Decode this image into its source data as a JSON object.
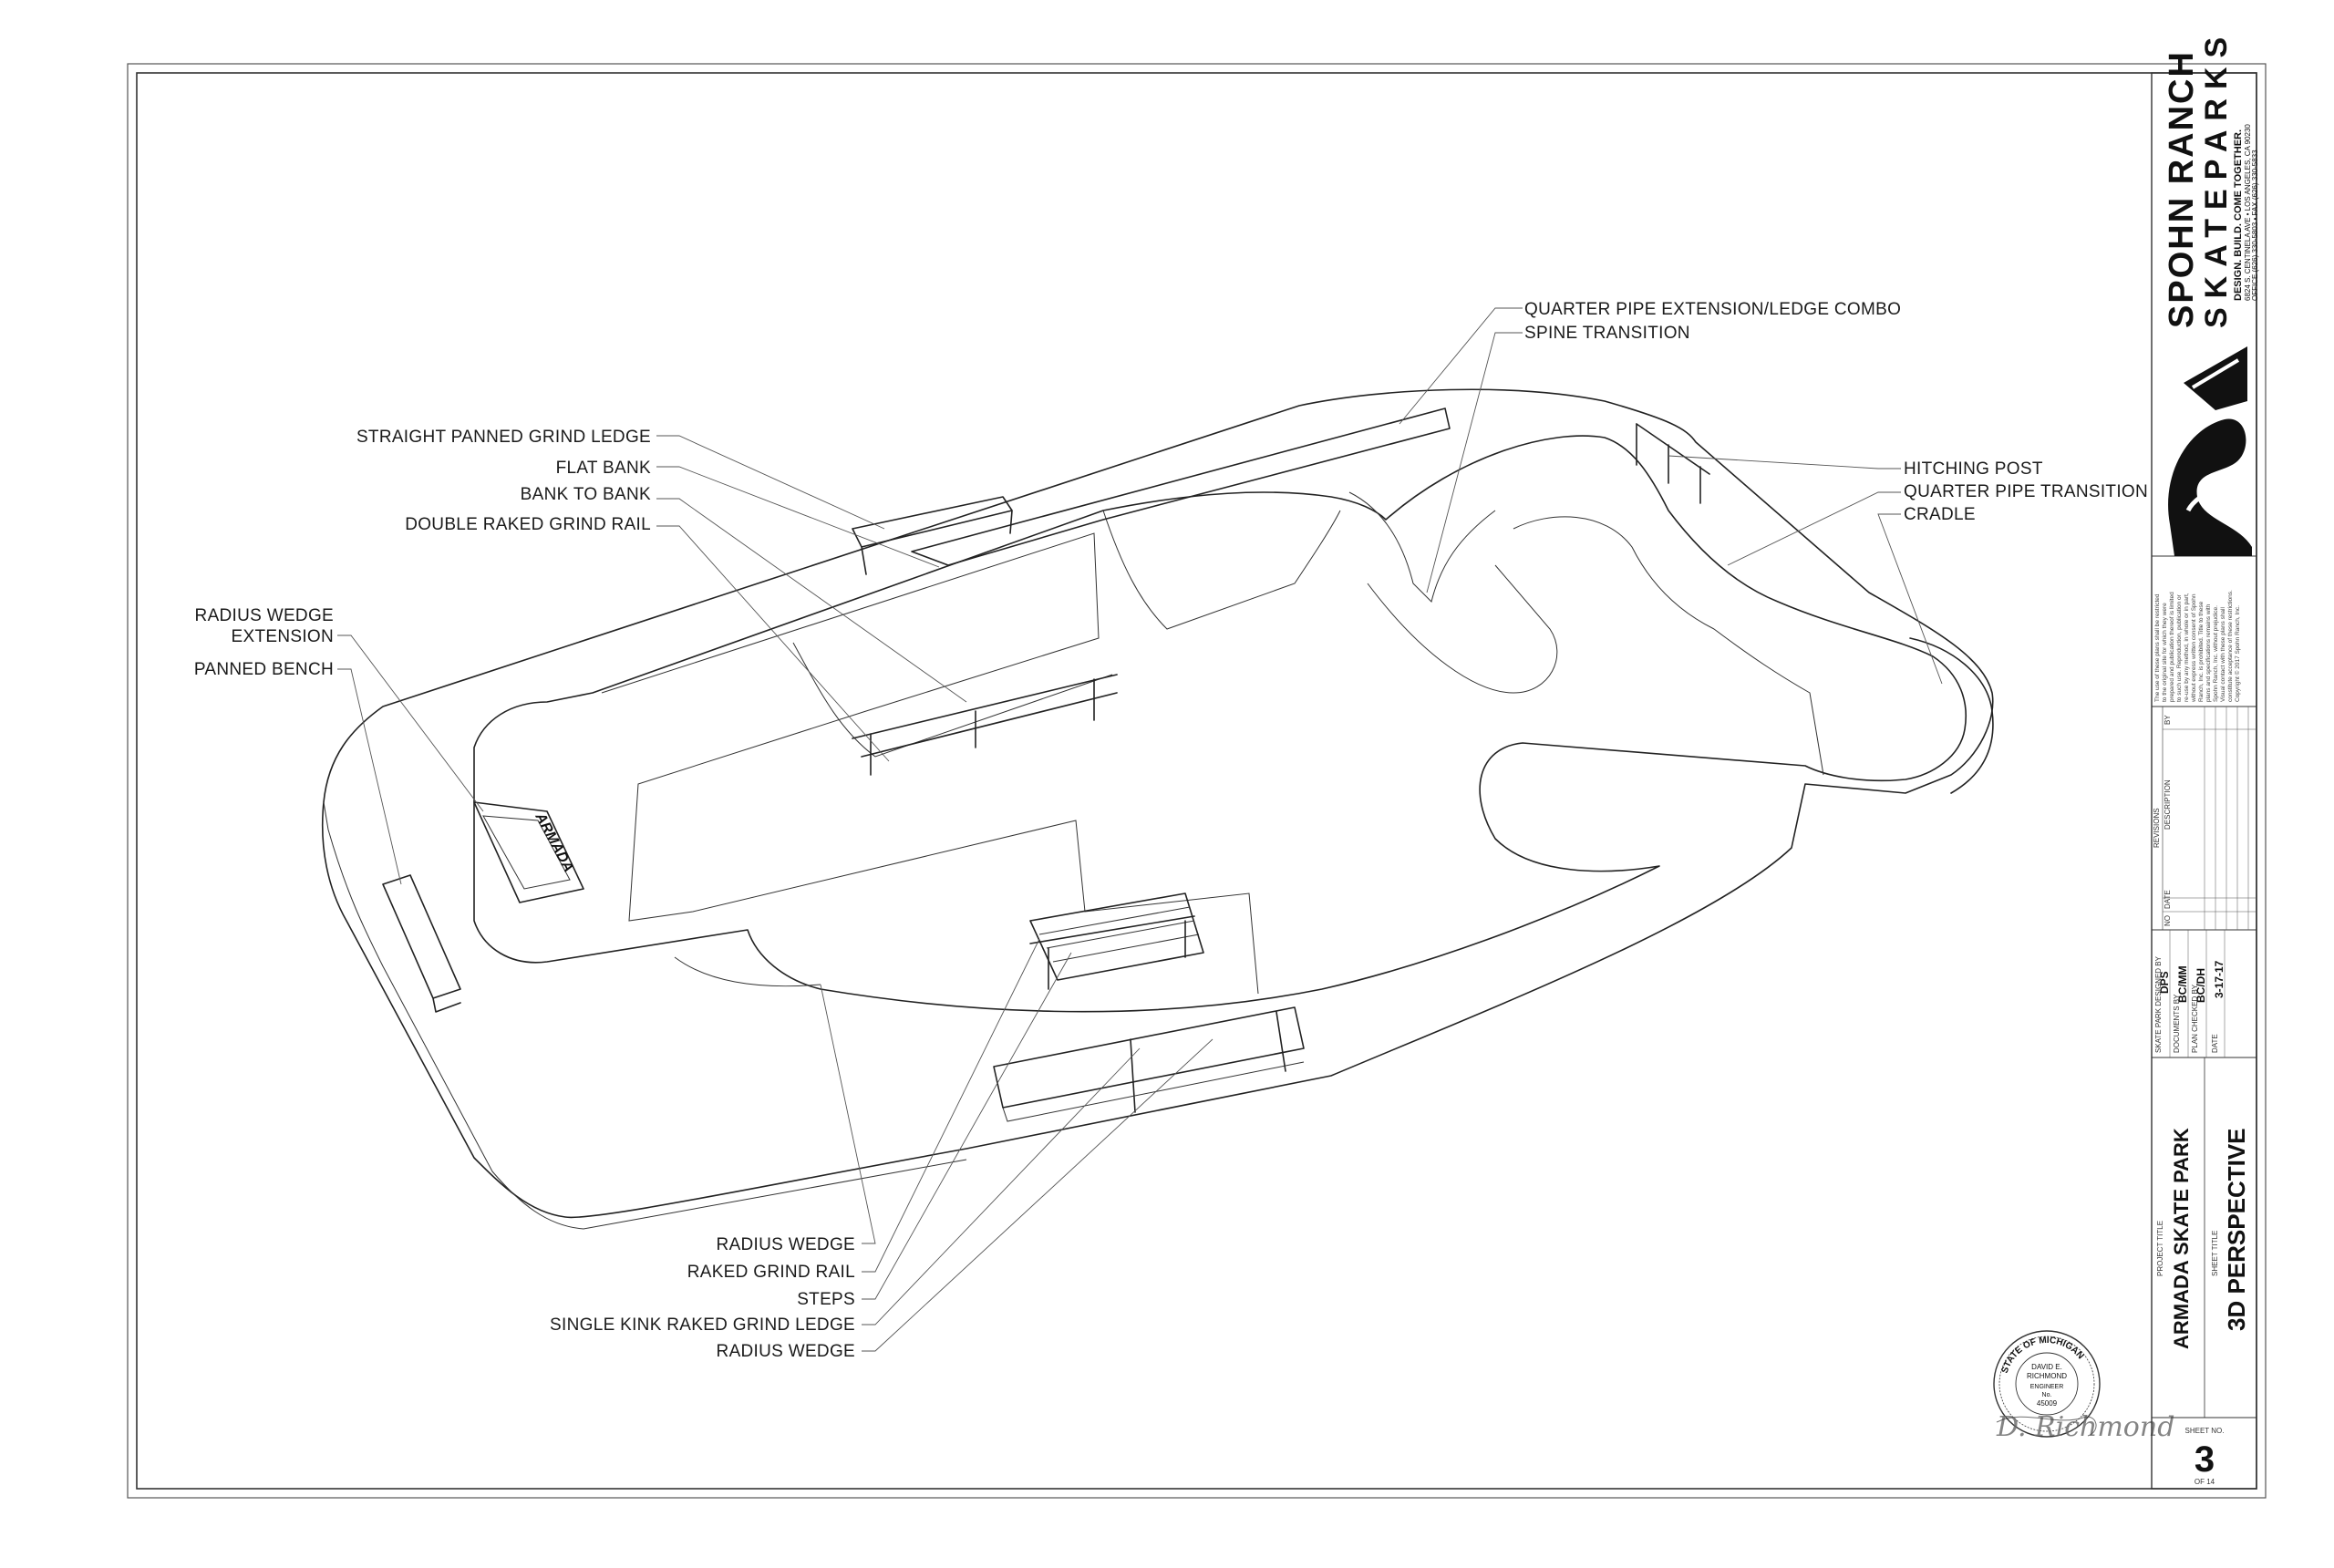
{
  "labels_left": [
    "STRAIGHT PANNED GRIND LEDGE",
    "FLAT BANK",
    "BANK TO BANK",
    "DOUBLE RAKED GRIND RAIL"
  ],
  "labels_left_mid": {
    "radius_wedge_ext_1": "RADIUS WEDGE",
    "radius_wedge_ext_2": "EXTENSION",
    "panned_bench": "PANNED BENCH"
  },
  "labels_bottom": [
    "RADIUS WEDGE",
    "RAKED GRIND RAIL",
    "STEPS",
    "SINGLE KINK RAKED GRIND LEDGE",
    "RADIUS WEDGE"
  ],
  "labels_top": [
    "QUARTER PIPE EXTENSION/LEDGE COMBO",
    "SPINE TRANSITION"
  ],
  "labels_right": [
    "HITCHING POST",
    "QUARTER PIPE TRANSITION",
    "CRADLE"
  ],
  "company": {
    "name_1": "SPOHN RANCH",
    "name_2": "SKATEPARKS",
    "tagline": "DESIGN. BUILD. COME TOGETHER.",
    "address": "6824 S. CENTINELA AVE • LOS ANGELES, CA 90230",
    "phone": "OFFICE (626) 330-5803 • FAX (626) 330-5833"
  },
  "notice": [
    "The use of these plans shall be restricted",
    "to the original site for which they were",
    "prepared and publication thereof is limited",
    "to such use. Reproduction, publication or",
    "re-use by any method, in whole or in part,",
    "without express written consent of Spohn",
    "Ranch, Inc. is prohibited. Title to these",
    "plans and specifications remains with",
    "Spohn Ranch, Inc. without prejudice.",
    "Visual contact with these plans shall",
    "constitute acceptance of these restrictions.",
    "Copyright © 2017 Spohn Ranch, Inc."
  ],
  "revisions": {
    "heading": "REVISIONS",
    "col_no": "NO",
    "col_date": "DATE",
    "col_desc": "DESCRIPTION",
    "col_by": "BY"
  },
  "design_info": {
    "designed_by_label": "SKATE PARK DESIGNED BY",
    "designed_by": "DPS",
    "documents_by_label": "DOCUMENTS BY",
    "documents_by": "BC/MM",
    "checked_by_label": "PLAN CHECKED BY",
    "checked_by": "BC/DH",
    "date_label": "DATE",
    "date": "3-17-17"
  },
  "project": {
    "title_label": "PROJECT TITLE",
    "title": "ARMADA SKATE PARK",
    "sheet_title_label": "SHEET TITLE",
    "sheet_title": "3D PERSPECTIVE"
  },
  "sheet": {
    "label": "SHEET NO.",
    "number": "3",
    "of": "OF 14"
  },
  "seal": {
    "ring_text": "STATE OF MICHIGAN",
    "name_1": "DAVID E.",
    "name_2": "RICHMOND",
    "role": "ENGINEER",
    "no_label": "No.",
    "no": "45009",
    "signature": "D. Richmond"
  },
  "obstacle_brand": "ARMADA"
}
